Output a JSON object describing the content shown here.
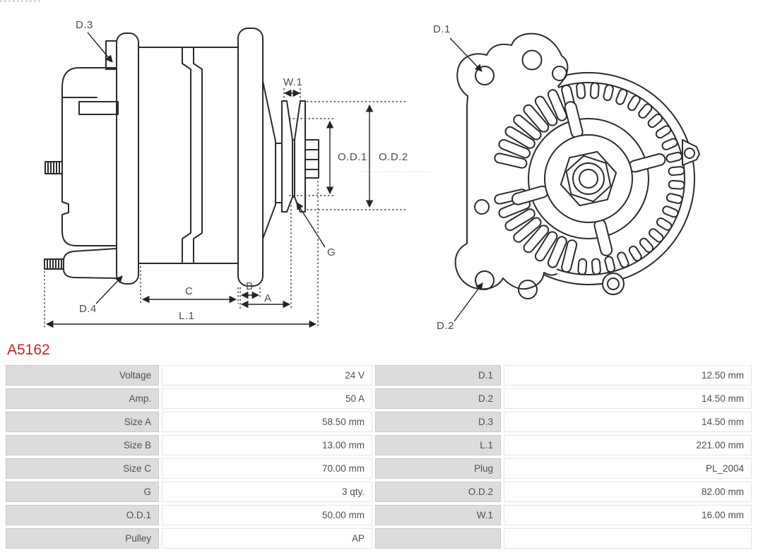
{
  "part_header": {
    "part_number": "A5162",
    "color": "#cc2127"
  },
  "diagram": {
    "side_view": {
      "labels": {
        "d3": "D.3",
        "d4": "D.4",
        "w1": "W.1",
        "od1": "O.D.1",
        "od2": "O.D.2",
        "g": "G",
        "c": "C",
        "b": "B",
        "a": "A",
        "l1": "L.1"
      }
    },
    "front_view": {
      "labels": {
        "d1": "D.1",
        "d2": "D.2"
      }
    }
  },
  "spec_table": {
    "rows": [
      {
        "label_left": "Voltage",
        "value_left": "24 V",
        "label_right": "D.1",
        "value_right": "12.50 mm"
      },
      {
        "label_left": "Amp.",
        "value_left": "50 A",
        "label_right": "D.2",
        "value_right": "14.50 mm"
      },
      {
        "label_left": "Size A",
        "value_left": "58.50 mm",
        "label_right": "D.3",
        "value_right": "14.50 mm"
      },
      {
        "label_left": "Size B",
        "value_left": "13.00 mm",
        "label_right": "L.1",
        "value_right": "221.00 mm"
      },
      {
        "label_left": "Size C",
        "value_left": "70.00 mm",
        "label_right": "Plug",
        "value_right": "PL_2004"
      },
      {
        "label_left": "G",
        "value_left": "3 qty.",
        "label_right": "O.D.2",
        "value_right": "82.00 mm"
      },
      {
        "label_left": "O.D.1",
        "value_left": "50.00 mm",
        "label_right": "W.1",
        "value_right": "16.00 mm"
      },
      {
        "label_left": "Pulley",
        "value_left": "AP",
        "label_right": "",
        "value_right": ""
      }
    ]
  }
}
